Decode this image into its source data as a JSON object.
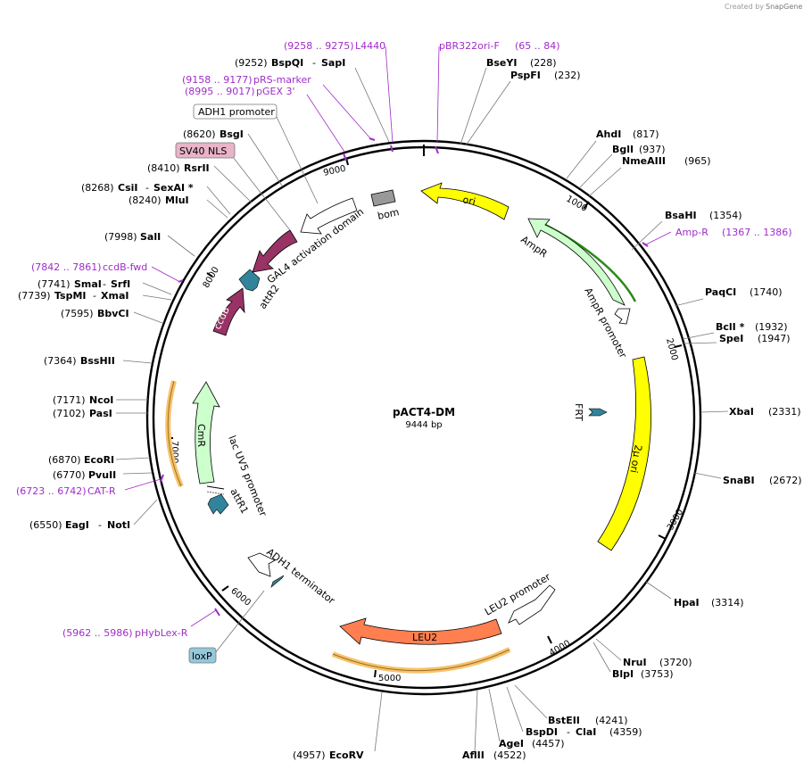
{
  "brand": {
    "created_by": "Created by",
    "app": "SnapGene"
  },
  "plasmid": {
    "name": "pACT4-DM",
    "size_label": "9444 bp",
    "length": 9444
  },
  "colors": {
    "backbone": "#000000",
    "primer": "#a02cc9",
    "ori": "#ffff00",
    "amp": "#ccffcc",
    "cmr": "#ccffcc",
    "leu2": "#ff7f50",
    "gal4": "#993366",
    "ccdb": "#993366",
    "att": "#31849b",
    "bom": "#999999",
    "promoter": "#ffffff",
    "highlight": "#f6c26b"
  },
  "ticks": [
    "1000",
    "2000",
    "3000",
    "4000",
    "5000",
    "6000",
    "7000",
    "8000",
    "9000"
  ],
  "enzymes": [
    {
      "name": "BspQI",
      "name2": "SapI",
      "pos": "(9252)"
    },
    {
      "name": "BseYI",
      "pos": "(228)"
    },
    {
      "name": "PspFI",
      "pos": "(232)"
    },
    {
      "name": "AhdI",
      "pos": "(817)"
    },
    {
      "name": "BglI",
      "pos": "(937)"
    },
    {
      "name": "NmeAIII",
      "pos": "(965)"
    },
    {
      "name": "BsaHI",
      "pos": "(1354)"
    },
    {
      "name": "PaqCI",
      "pos": "(1740)"
    },
    {
      "name": "BclI *",
      "pos": "(1932)"
    },
    {
      "name": "SpeI",
      "pos": "(1947)"
    },
    {
      "name": "XbaI",
      "pos": "(2331)"
    },
    {
      "name": "SnaBI",
      "pos": "(2672)"
    },
    {
      "name": "HpaI",
      "pos": "(3314)"
    },
    {
      "name": "NruI",
      "pos": "(3720)"
    },
    {
      "name": "BlpI",
      "pos": "(3753)"
    },
    {
      "name": "BstEII",
      "pos": "(4241)"
    },
    {
      "name": "BspDI",
      "name2": "ClaI",
      "pos": "(4359)"
    },
    {
      "name": "AgeI",
      "pos": "(4457)"
    },
    {
      "name": "AflII",
      "pos": "(4522)"
    },
    {
      "name": "EcoRV",
      "pos": "(4957)"
    },
    {
      "name": "EagI",
      "name2": "NotI",
      "pos": "(6550)"
    },
    {
      "name": "PvuII",
      "pos": "(6770)"
    },
    {
      "name": "EcoRI",
      "pos": "(6870)"
    },
    {
      "name": "PasI",
      "pos": "(7102)"
    },
    {
      "name": "NcoI",
      "pos": "(7171)"
    },
    {
      "name": "BssHII",
      "pos": "(7364)"
    },
    {
      "name": "BbvCI",
      "pos": "(7595)"
    },
    {
      "name": "TspMI",
      "name2": "XmaI",
      "pos": "(7739)"
    },
    {
      "name": "SmaI",
      "name2": "SrfI",
      "pos": "(7741)"
    },
    {
      "name": "SalI",
      "pos": "(7998)"
    },
    {
      "name": "MluI",
      "pos": "(8240)"
    },
    {
      "name": "CsiI",
      "name2": "SexAI *",
      "pos": "(8268)"
    },
    {
      "name": "RsrII",
      "pos": "(8410)"
    },
    {
      "name": "BsgI",
      "pos": "(8620)"
    }
  ],
  "primers": [
    {
      "name": "L4440",
      "pos": "(9258 .. 9275)"
    },
    {
      "name": "pBR322ori-F",
      "pos": "(65 .. 84)"
    },
    {
      "name": "pRS-marker",
      "pos": "(9158 .. 9177)"
    },
    {
      "name": "pGEX 3'",
      "pos": "(8995 .. 9017)"
    },
    {
      "name": "Amp-R",
      "pos": "(1367 .. 1386)"
    },
    {
      "name": "ccdB-fwd",
      "pos": "(7842 .. 7861)"
    },
    {
      "name": "CAT-R",
      "pos": "(6723 .. 6742)"
    },
    {
      "name": "pHybLex-R",
      "pos": "(5962 .. 5986)"
    }
  ],
  "features": {
    "ori": "ori",
    "ampr": "AmpR",
    "ampr_promoter": "AmpR promoter",
    "frt": "FRT",
    "two_micron": "2μ ori",
    "leu2_promoter": "LEU2 promoter",
    "leu2": "LEU2",
    "adh1_terminator": "ADH1 terminator",
    "attr1": "attR1",
    "lacuv5": "lac UV5 promoter",
    "cmr": "CmR",
    "ccdb": "ccdB",
    "attr2": "attR2",
    "gal4": "GAL4 activation domain",
    "bom": "bom"
  },
  "boxed": {
    "adh1_promoter": "ADH1 promoter",
    "sv40": "SV40 NLS",
    "loxp": "loxP"
  }
}
